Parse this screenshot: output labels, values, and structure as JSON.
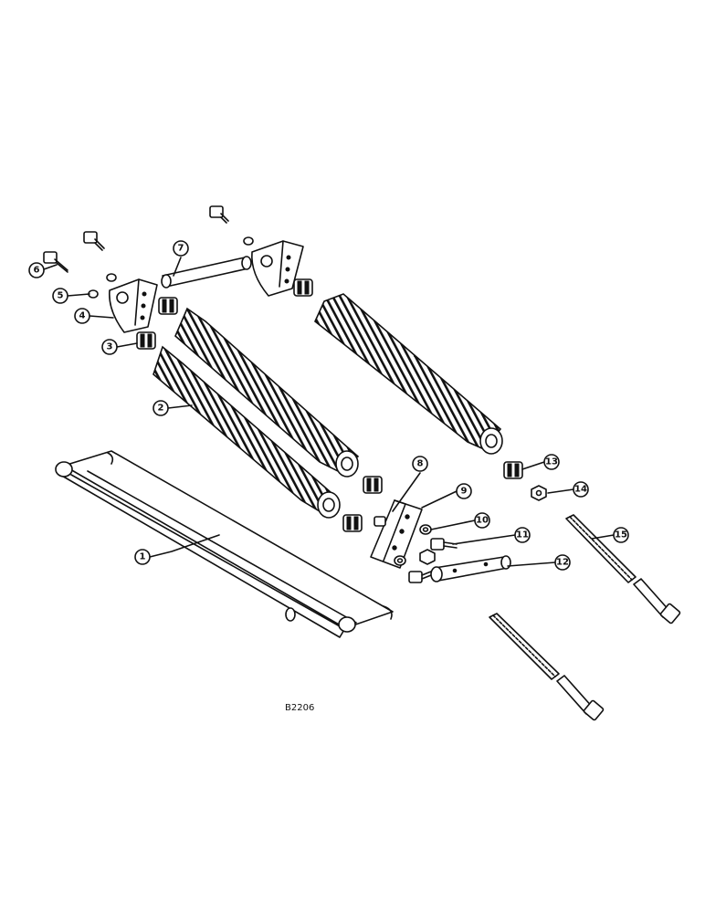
{
  "figure_id": "B2206",
  "callouts": [
    {
      "label": "1"
    },
    {
      "label": "2"
    },
    {
      "label": "3"
    },
    {
      "label": "4"
    },
    {
      "label": "5"
    },
    {
      "label": "6"
    },
    {
      "label": "7"
    },
    {
      "label": "8"
    },
    {
      "label": "9"
    },
    {
      "label": "10"
    },
    {
      "label": "11"
    },
    {
      "label": "12"
    },
    {
      "label": "13"
    },
    {
      "label": "14"
    },
    {
      "label": "15"
    }
  ]
}
